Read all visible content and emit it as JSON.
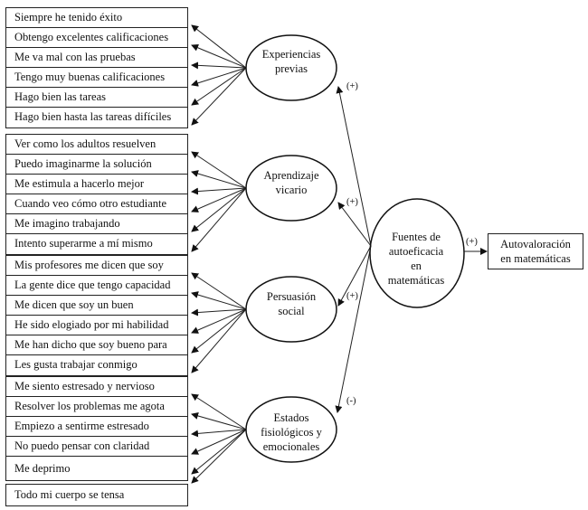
{
  "groups": [
    {
      "factor": "Experiencias previas",
      "factor_lines": [
        "Experiencias",
        "previas"
      ],
      "sign": "(+)",
      "items": [
        "Siempre he tenido éxito",
        "Obtengo excelentes calificaciones",
        "Me va mal con las pruebas",
        "Tengo muy buenas calificaciones",
        "Hago bien las tareas",
        "Hago bien hasta las tareas difíciles"
      ]
    },
    {
      "factor": "Aprendizaje vicario",
      "factor_lines": [
        "Aprendizaje",
        "vicario"
      ],
      "sign": "(+)",
      "items": [
        "Ver como los adultos resuelven",
        "Puedo imaginarme la solución",
        "Me estimula a hacerlo mejor",
        "Cuando veo cómo otro estudiante",
        "Me imagino trabajando",
        "Intento superarme a mí mismo"
      ]
    },
    {
      "factor": "Persuasión social",
      "factor_lines": [
        "Persuasión",
        "social"
      ],
      "sign": "(+)",
      "items": [
        "Mis profesores me dicen que soy",
        "La gente dice que tengo capacidad",
        "Me dicen que soy un buen",
        "He sido elogiado por mi habilidad",
        "Me han dicho que soy bueno para",
        "Les gusta trabajar conmigo"
      ]
    },
    {
      "factor": "Estados fisiológicos y emocionales",
      "factor_lines": [
        "Estados",
        "fisiológicos y",
        "emocionales"
      ],
      "sign": "(-)",
      "items": [
        "Me siento estresado y nervioso",
        "Resolver los problemas me agota",
        "Empiezo a sentirme estresado",
        "No puedo pensar con claridad",
        "Me deprimo"
      ],
      "extra_item": "Todo mi cuerpo se tensa"
    }
  ],
  "central": {
    "label_lines": [
      "Fuentes de",
      "autoeficacia",
      "en",
      "matemáticas"
    ]
  },
  "outcome": {
    "sign": "(+)",
    "label_lines": [
      "Autovaloración",
      "en matemáticas"
    ]
  }
}
